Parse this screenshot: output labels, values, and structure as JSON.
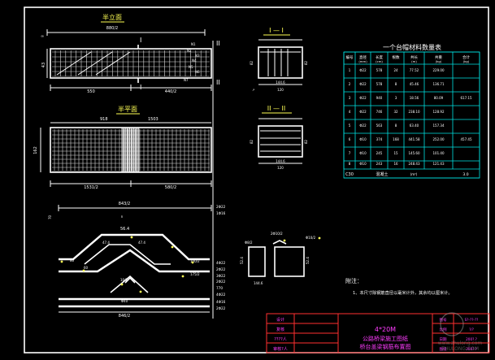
{
  "views": {
    "elevation": {
      "title": "半立面",
      "scale": "880/2",
      "sec1": "I",
      "sec2": "II",
      "dim_left": "550",
      "dim_right": "440/2",
      "dim_height": "43",
      "marks": [
        "N1",
        "N2",
        "N3",
        "N4",
        "N5",
        "N6",
        "N7"
      ]
    },
    "plan": {
      "title": "半平面",
      "scale1": "918",
      "scale2": "1503",
      "dim_left": "1531/2",
      "dim_right": "580/2",
      "dim_height": "162"
    },
    "section1": {
      "title": "I — I",
      "dim": "144.6"
    },
    "section2": {
      "title": "II — II",
      "dim": "144.6"
    },
    "bending": {
      "top_dim": "843/2",
      "dims": [
        "56.4",
        "47.4",
        "47.4",
        "80",
        "60",
        "100/2",
        "10/2",
        "175/2"
      ],
      "bottom_dim": "846/2",
      "right_marks": [
        "2Φ22",
        "1Φ16",
        "4Φ22",
        "2Φ22",
        "3Φ22",
        "2Φ22",
        "770",
        "4Φ22",
        "4Φ16",
        "2Φ22"
      ]
    },
    "stirrups": {
      "labels": [
        "2Φ10/2",
        "Φ8/2",
        "Φ10/2"
      ],
      "dims": [
        "52.4",
        "144.6",
        "52.4"
      ]
    }
  },
  "table": {
    "title": "一个台帽材料数量表",
    "headers": [
      "编号",
      "直径",
      "长度",
      "根数",
      "共长",
      "共重",
      "合计"
    ],
    "units": [
      "(mm)",
      "(cm)",
      "",
      "(m)",
      "(kg)",
      "(kg)"
    ],
    "rows": [
      [
        "1",
        "Φ22",
        "578",
        "24",
        "77.52",
        "229.00",
        ""
      ],
      [
        "2",
        "Φ22",
        "578",
        "8",
        "45.46",
        "136.71",
        ""
      ],
      [
        "3",
        "Φ22",
        "940",
        "3",
        "18.56",
        "80.09",
        "617.15"
      ],
      [
        "4",
        "Φ22",
        "746",
        "32",
        "238.10",
        "128.92",
        ""
      ],
      [
        "5",
        "Φ22",
        "563",
        "8",
        "63.40",
        "157.34",
        ""
      ],
      [
        "6",
        "Φ10",
        "374",
        "168",
        "441.58",
        "252.00",
        "457.45"
      ],
      [
        "7",
        "Φ10",
        "245",
        "15",
        "145.60",
        "101.40",
        ""
      ],
      [
        "8",
        "Φ10",
        "243",
        "16",
        "248.43",
        "121.43",
        ""
      ]
    ],
    "footer": {
      "grade": "C30",
      "label": "混凝土",
      "unit": "(m³)",
      "value": "3.0"
    }
  },
  "notes": {
    "heading": "附注：",
    "line1": "1、本尺寸除钢筋直径以毫米计外，其余均以厘米计。"
  },
  "title_block": {
    "drawing_no": "4*20M",
    "title1": "公路桥梁施工图纸",
    "title2": "桥台盖梁钢筋布置图",
    "left_rows": [
      "设计",
      "复核",
      "????人",
      "审核?人"
    ],
    "right_rows": [
      "图号",
      "比例",
      "日期",
      "图纸"
    ],
    "right_values": [
      "S?-??-??",
      "?/?",
      "200?.?",
      "200?.?"
    ]
  },
  "watermark": {
    "line1": "www.zhulong.com",
    "line2": "ZHULONG.COM"
  }
}
